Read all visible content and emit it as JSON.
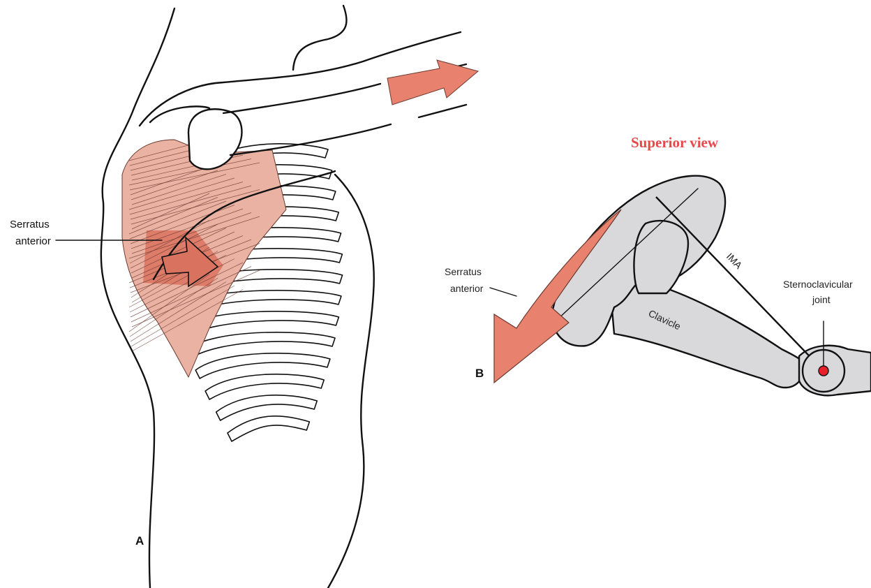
{
  "panel_a": {
    "letter": "A",
    "label_line1": "Serratus",
    "label_line2": "anterior"
  },
  "panel_b": {
    "letter": "B",
    "title": "Superior view",
    "serratus_line1": "Serratus",
    "serratus_line2": "anterior",
    "ima_label": "IMA",
    "clavicle_label": "Clavicle",
    "joint_line1": "Sternoclavicular",
    "joint_line2": "joint"
  },
  "colors": {
    "muscle": "#e8a493",
    "muscle_dark": "#d9725f",
    "arrow": "#e8826f",
    "title_red": "#e8484a",
    "bone": "#d9d9db",
    "joint_dot": "#e8202a"
  }
}
